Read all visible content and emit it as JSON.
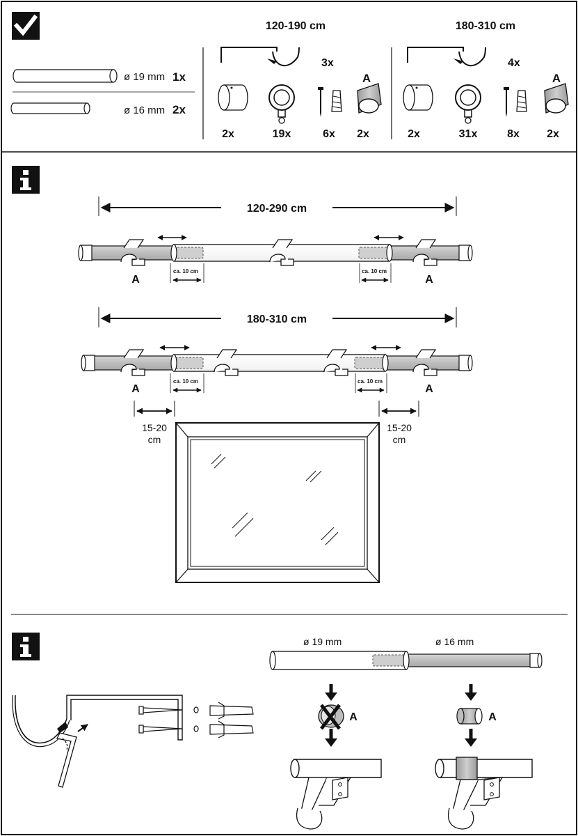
{
  "parts": {
    "rod_19": {
      "diameter": "ø 19 mm",
      "qty": "1x"
    },
    "rod_16": {
      "diameter": "ø 16 mm",
      "qty": "2x"
    }
  },
  "sets": [
    {
      "range": "120-190 cm",
      "bracket_qty": "3x",
      "endcap_qty": "2x",
      "ring_qty": "19x",
      "screw_qty": "6x",
      "connector_label": "A",
      "connector_qty": "2x"
    },
    {
      "range": "180-310 cm",
      "bracket_qty": "4x",
      "endcap_qty": "2x",
      "ring_qty": "31x",
      "screw_qty": "8x",
      "connector_label": "A",
      "connector_qty": "2x"
    }
  ],
  "info_section": {
    "rod1": {
      "range": "120-290 cm",
      "label_left": "A",
      "label_right": "A",
      "overlap_left": "ca. 10 cm",
      "overlap_right": "ca. 10 cm"
    },
    "rod2": {
      "range": "180-310 cm",
      "label_left": "A",
      "label_right": "A",
      "overlap_left": "ca. 10 cm",
      "overlap_right": "ca. 10 cm"
    },
    "offset_left": [
      "15-20",
      "cm"
    ],
    "offset_right": [
      "15-20",
      "cm"
    ]
  },
  "bottom_section": {
    "dia_19": "ø 19 mm",
    "dia_16": "ø 16 mm",
    "label_wrong": "A",
    "label_right": "A"
  },
  "icons": {
    "check": "check-icon",
    "info": "info-icon"
  }
}
